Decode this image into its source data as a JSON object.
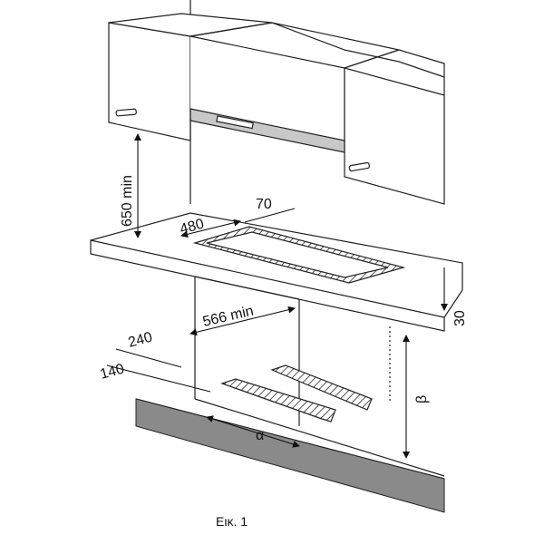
{
  "diagram": {
    "caption": "Εικ. 1",
    "dimensions": {
      "cabinet_clearance": "650 min",
      "cutout_depth": "480",
      "rear_gap": "70",
      "cutout_width": "566 min",
      "side_offset_top": "240",
      "side_offset_bottom": "140",
      "worktop_thickness": "30",
      "width_alpha": "α",
      "height_beta": "β"
    },
    "colors": {
      "line": "#222222",
      "rail": "#c8c8c8",
      "floor_strip": "#8a8a8a",
      "hatch": "#555555"
    }
  }
}
